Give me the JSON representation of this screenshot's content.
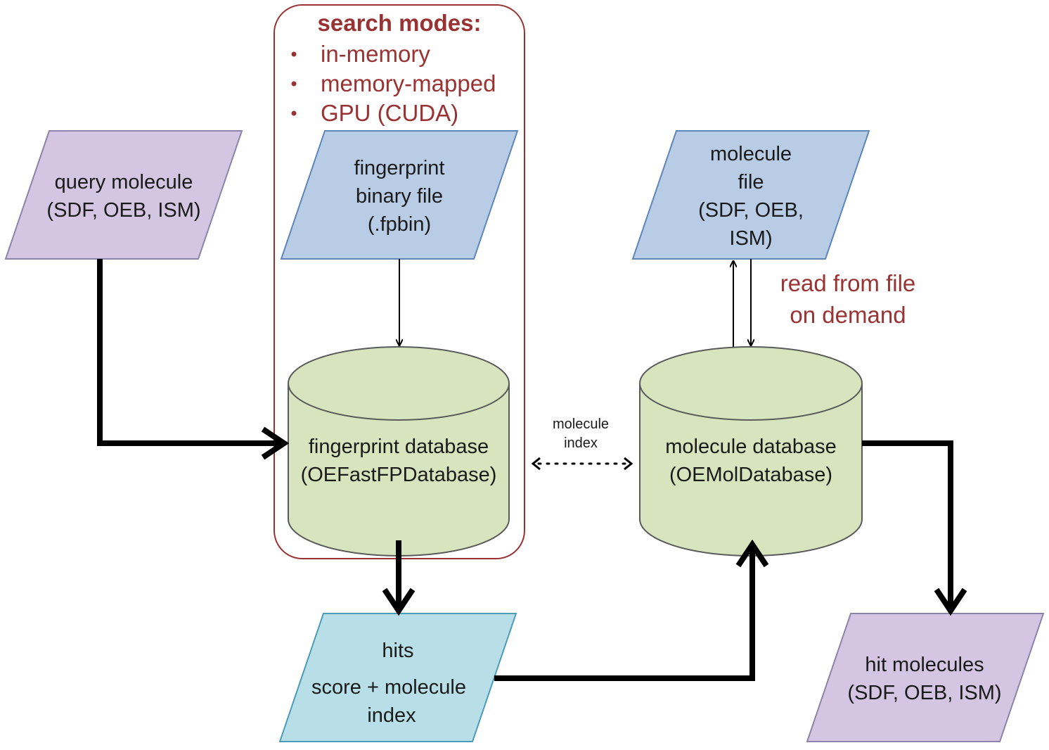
{
  "colors": {
    "purple": "#d4c5e2",
    "purple_stroke": "#8c84a9",
    "blue": "#b8cce6",
    "blue_stroke": "#5f86b8",
    "cyan": "#b8dfe8",
    "cyan_stroke": "#4c9cb8",
    "green": "#d7e4bd",
    "green_stroke": "#5a5a5a",
    "annotation": "#993333",
    "arrow": "#000000"
  },
  "search_modes": {
    "title": "search modes:",
    "items": [
      "in-memory",
      "memory-mapped",
      "GPU (CUDA)"
    ]
  },
  "nodes": {
    "query_molecule": {
      "lines": [
        "query molecule",
        "(SDF, OEB, ISM)"
      ]
    },
    "fingerprint_file": {
      "lines": [
        "fingerprint",
        "binary file",
        "(.fpbin)"
      ]
    },
    "molecule_file": {
      "lines": [
        "molecule",
        "file",
        "(SDF, OEB,",
        "ISM)"
      ]
    },
    "fingerprint_db": {
      "lines": [
        "fingerprint database",
        "(OEFastFPDatabase)"
      ]
    },
    "molecule_db": {
      "lines": [
        "molecule database",
        "(OEMolDatabase)"
      ]
    },
    "hits": {
      "title": "hits",
      "lines": [
        "score + molecule",
        "index"
      ]
    },
    "hit_molecules": {
      "lines": [
        "hit molecules",
        "(SDF, OEB, ISM)"
      ]
    }
  },
  "labels": {
    "molecule_index": [
      "molecule",
      "index"
    ],
    "read_from_file": [
      "read from file",
      "on demand"
    ]
  }
}
